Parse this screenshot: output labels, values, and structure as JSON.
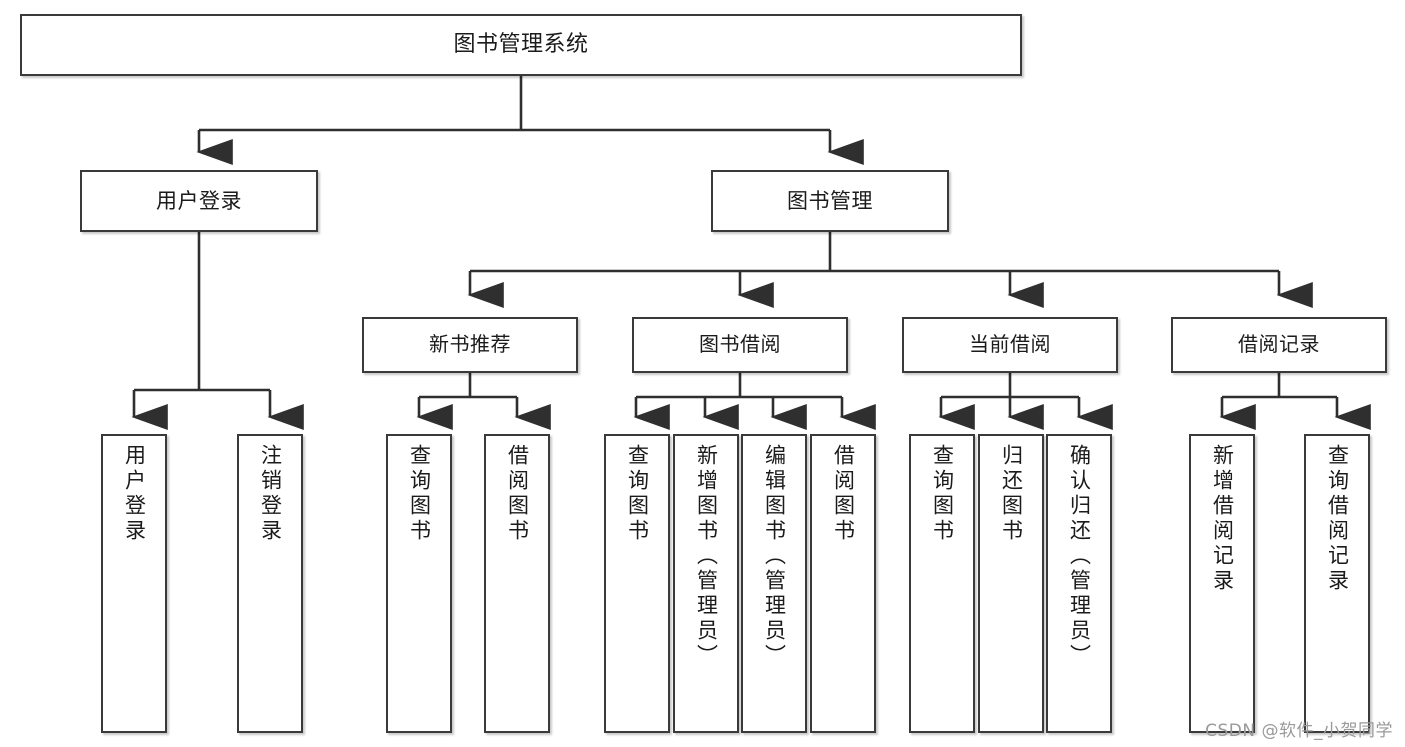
{
  "diagram": {
    "title": "图书管理系统",
    "type": "tree-hierarchy",
    "watermark": "CSDN @软件_小贺同学",
    "colors": {
      "box_border": "#3a3a3a",
      "box_fill": "#ffffff",
      "connector": "#2f2f2f",
      "text": "#1b1b1b",
      "watermark": "#9a9a9a"
    },
    "root": {
      "label": "图书管理系统"
    },
    "level1": [
      {
        "label": "用户登录"
      },
      {
        "label": "图书管理"
      }
    ],
    "level2": [
      {
        "label": "新书推荐"
      },
      {
        "label": "图书借阅"
      },
      {
        "label": "当前借阅"
      },
      {
        "label": "借阅记录"
      }
    ],
    "leaves": {
      "user_login": [
        {
          "label": "用户登录"
        },
        {
          "label": "注销登录"
        }
      ],
      "new_book_recommend": [
        {
          "label": "查询图书"
        },
        {
          "label": "借阅图书"
        }
      ],
      "book_borrow": [
        {
          "label": "查询图书"
        },
        {
          "label": "新增图书（管理员）"
        },
        {
          "label": "编辑图书（管理员）"
        },
        {
          "label": "借阅图书"
        }
      ],
      "current_borrow": [
        {
          "label": "查询图书"
        },
        {
          "label": "归还图书"
        },
        {
          "label": "确认归还（管理员）"
        }
      ],
      "borrow_record": [
        {
          "label": "新增借阅记录"
        },
        {
          "label": "查询借阅记录"
        }
      ]
    }
  }
}
